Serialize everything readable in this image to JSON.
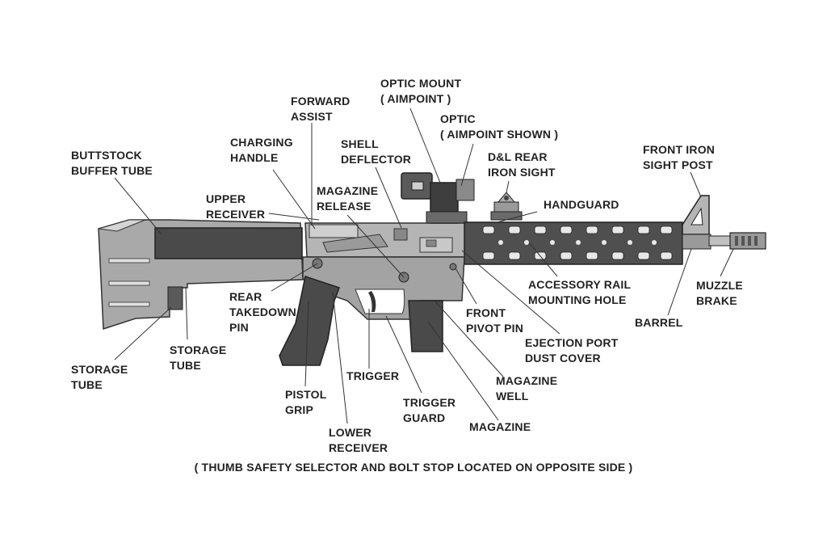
{
  "labels": {
    "optic_mount": "OPTIC MOUNT\n( AIMPOINT )",
    "forward_assist": "FORWARD\nASSIST",
    "optic": "OPTIC\n( AIMPOINT SHOWN )",
    "charging_handle": "CHARGING\nHANDLE",
    "shell_deflector": "SHELL\nDEFLECTOR",
    "dl_rear_iron_sight": "D&L REAR\nIRON SIGHT",
    "front_iron_sight_post": "FRONT IRON\nSIGHT POST",
    "buttstock_buffer_tube": "BUTTSTOCK\nBUFFER TUBE",
    "magazine_release": "MAGAZINE\nRELEASE",
    "handguard": "HANDGUARD",
    "upper_receiver": "UPPER\nRECEIVER",
    "accessory_rail_mounting_hole": "ACCESSORY RAIL\nMOUNTING HOLE",
    "muzzle_brake": "MUZZLE\nBRAKE",
    "rear_takedown_pin": "REAR\nTAKEDOWN\nPIN",
    "front_pivot_pin": "FRONT\nPIVOT PIN",
    "barrel": "BARREL",
    "ejection_port_dust_cover": "EJECTION PORT\nDUST COVER",
    "storage_tube_inner": "STORAGE\nTUBE",
    "storage_tube_outer": "STORAGE\nTUBE",
    "trigger": "TRIGGER",
    "magazine_well": "MAGAZINE\nWELL",
    "pistol_grip": "PISTOL\nGRIP",
    "trigger_guard": "TRIGGER\nGUARD",
    "magazine": "MAGAZINE",
    "lower_receiver": "LOWER\nRECEIVER"
  },
  "footnote": "( THUMB SAFETY SELECTOR AND BOLT STOP LOCATED ON OPPOSITE SIDE )"
}
